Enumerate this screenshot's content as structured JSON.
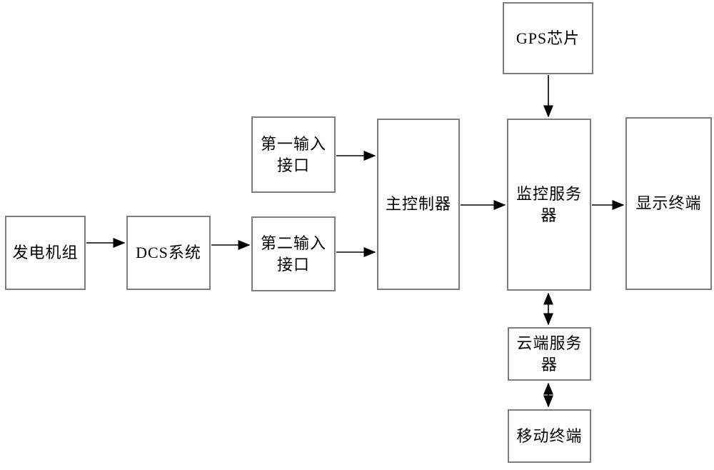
{
  "diagram": {
    "type": "block-diagram",
    "colors": {
      "box_border": "#7d7d7d",
      "box_fill": "#ffffff",
      "arrow": "#000000",
      "text": "#000000",
      "background": "#ffffff"
    },
    "nodes": {
      "gps_chip": {
        "label": "GPS芯片"
      },
      "generator": {
        "label": "发电机组"
      },
      "dcs_system": {
        "label": "DCS系统"
      },
      "input1": {
        "label": "第一输入\n接口"
      },
      "input2": {
        "label": "第二输入\n接口"
      },
      "controller": {
        "label": "主控制器"
      },
      "monitor_server": {
        "label": "监控服务\n器"
      },
      "display": {
        "label": "显示终端"
      },
      "cloud_server": {
        "label": "云端服务\n器"
      },
      "mobile": {
        "label": "移动终端"
      }
    },
    "edges": [
      {
        "from": "发电机组",
        "to": "DCS系统",
        "direction": "one-way"
      },
      {
        "from": "DCS系统",
        "to": "第二输入接口",
        "direction": "one-way"
      },
      {
        "from": "第一输入接口",
        "to": "主控制器",
        "direction": "one-way"
      },
      {
        "from": "第二输入接口",
        "to": "主控制器",
        "direction": "one-way"
      },
      {
        "from": "主控制器",
        "to": "监控服务器",
        "direction": "one-way"
      },
      {
        "from": "GPS芯片",
        "to": "监控服务器",
        "direction": "one-way"
      },
      {
        "from": "监控服务器",
        "to": "显示终端",
        "direction": "one-way"
      },
      {
        "from": "监控服务器",
        "to": "云端服务器",
        "direction": "two-way"
      },
      {
        "from": "云端服务器",
        "to": "移动终端",
        "direction": "two-way"
      }
    ]
  }
}
